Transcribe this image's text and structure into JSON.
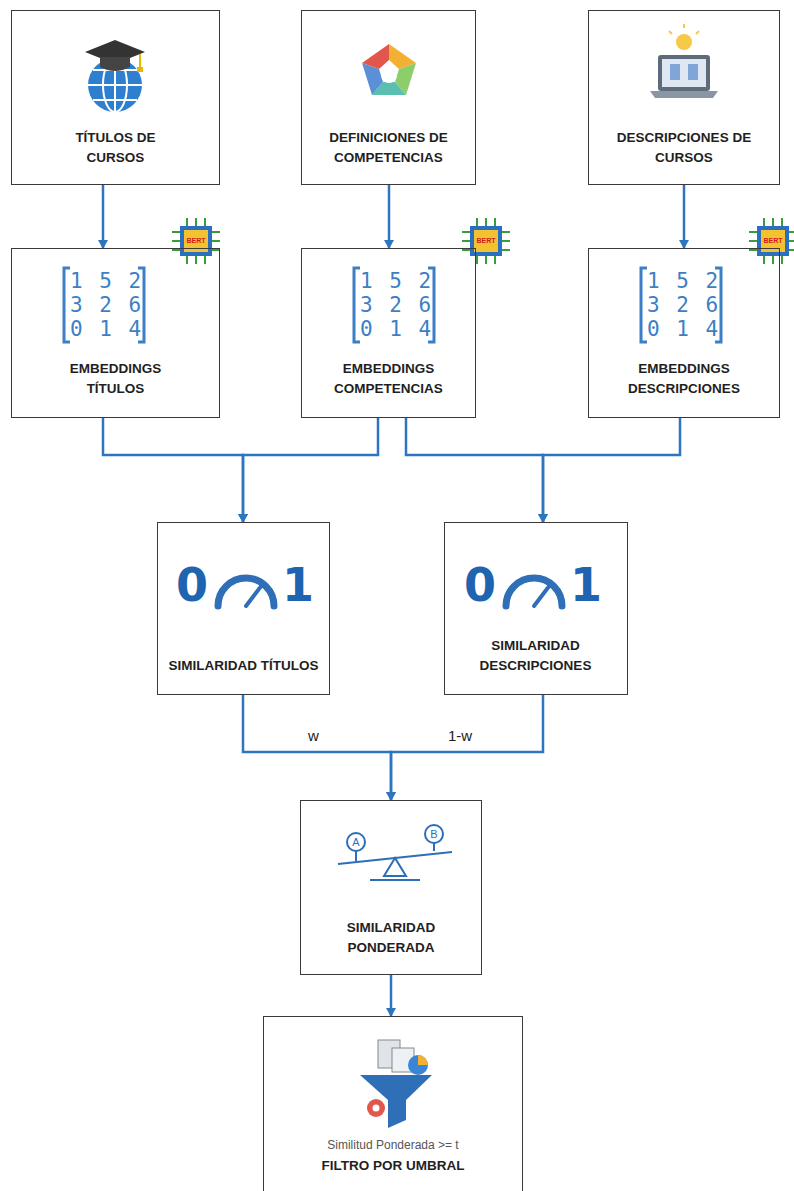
{
  "diagram": {
    "nodes": [
      {
        "text": [
          "TÍTULOS DE CURSOS"
        ]
      },
      {
        "text": [
          "DEFINICIONES DE COMPETENCIAS"
        ]
      },
      {
        "text": [
          "DESCRIPCIONES DE CURSOS"
        ]
      },
      {
        "text": [
          "EMBEDDINGS TÍTULOS"
        ]
      },
      {
        "text": [
          "EMBEDDINGS COMPETENCIAS"
        ]
      },
      {
        "text": [
          "EMBEDDINGS DESCRIPCIONES"
        ]
      },
      {
        "text": [
          "SIMILARIDAD TÍTULOS"
        ]
      },
      {
        "text": [
          "SIMILARIDAD DESCRIPCIONES"
        ]
      },
      {
        "text": [
          "SIMILARIDAD PONDERADA"
        ]
      },
      {
        "text": [
          "Similitud Ponderada >= t",
          "FILTRO POR UMBRAL"
        ]
      }
    ],
    "edges": [
      {
        "from": 0,
        "to": 3,
        "arrow": "to"
      },
      {
        "from": 1,
        "to": 4,
        "arrow": "to"
      },
      {
        "from": 2,
        "to": 5,
        "arrow": "to"
      },
      {
        "from": 3,
        "to": 6,
        "arrow": "to"
      },
      {
        "from": 4,
        "to": 6,
        "arrow": "to"
      },
      {
        "from": 4,
        "to": 7,
        "arrow": "to"
      },
      {
        "from": 5,
        "to": 7,
        "arrow": "to"
      },
      {
        "from": 6,
        "to": 8,
        "label": "w",
        "arrow": "to"
      },
      {
        "from": 7,
        "to": 8,
        "label": "1-w",
        "arrow": "to"
      },
      {
        "from": 8,
        "to": 9,
        "arrow": "to"
      }
    ],
    "labels": [
      "1 5 2",
      "3 2 6",
      "0 1 4",
      "1 5 2",
      "3 2 6",
      "0 1 4",
      "1 5 2",
      "3 2 6",
      "0 1 4",
      "BERT",
      "BERT",
      "BERT",
      "0",
      "1",
      "0",
      "1",
      "A",
      "B"
    ]
  }
}
